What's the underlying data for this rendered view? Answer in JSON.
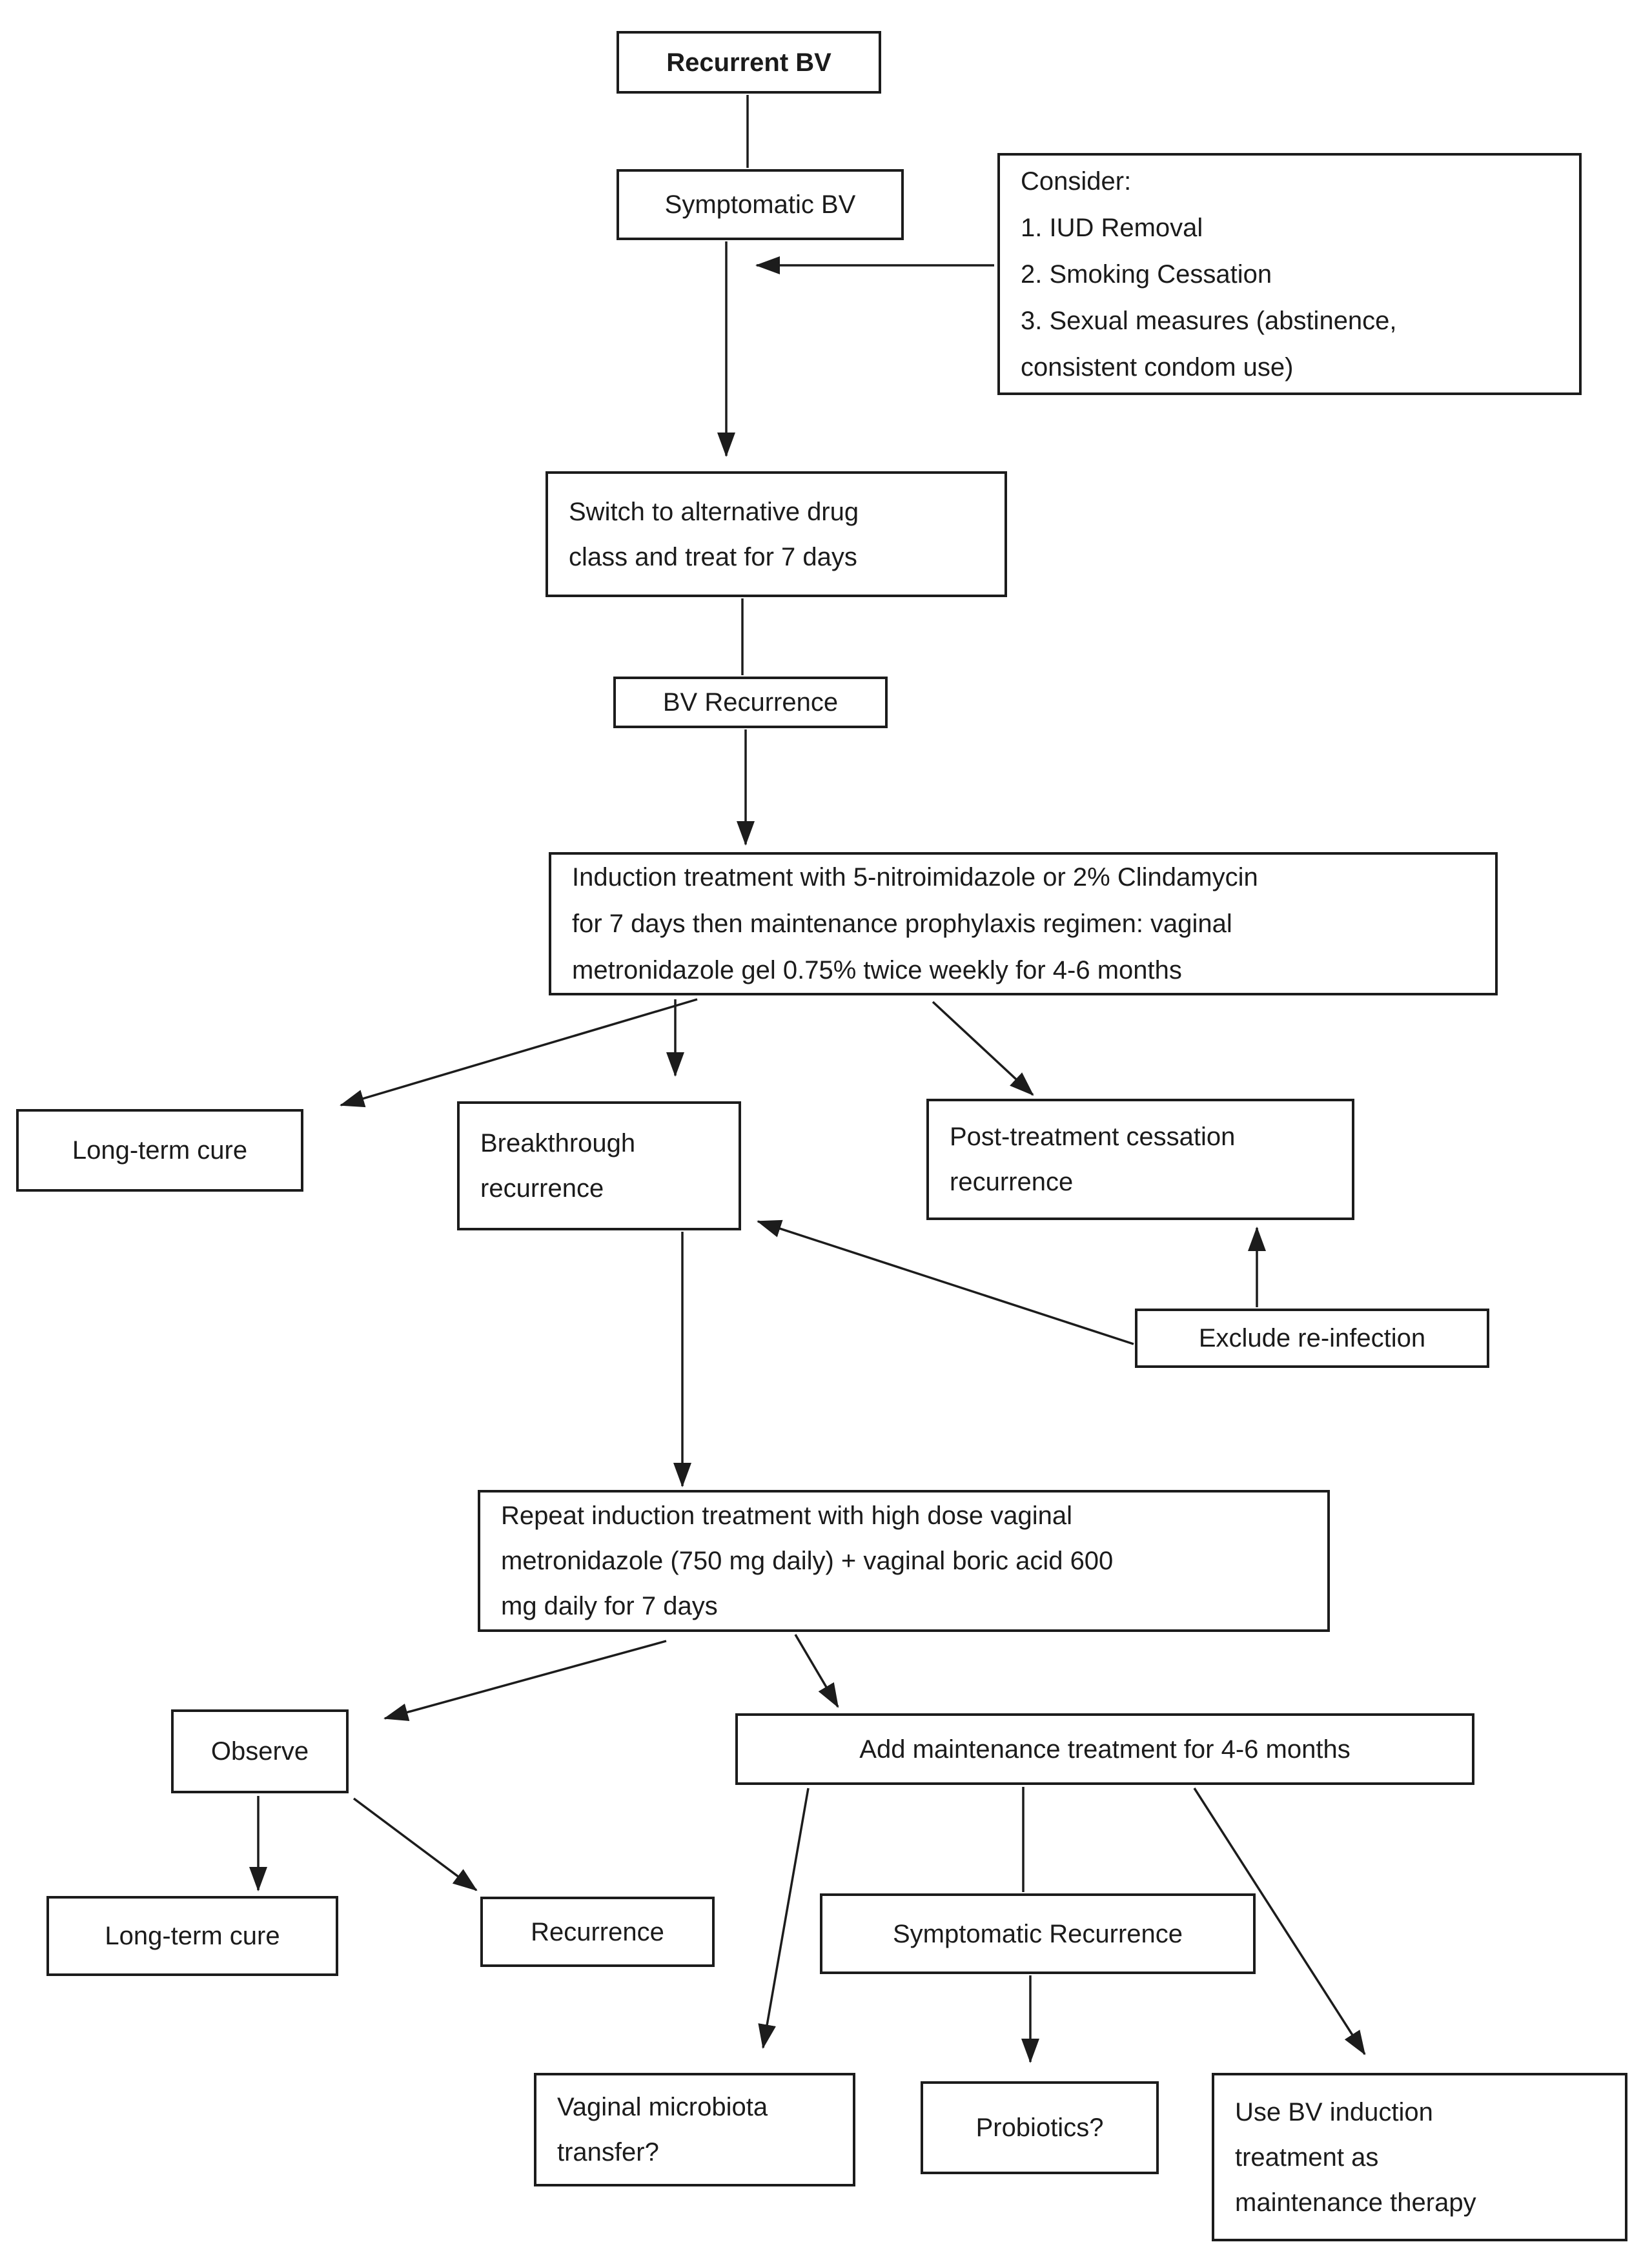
{
  "diagram": {
    "title": "Recurrent BV management flowchart",
    "nodes": {
      "recurrent_bv": {
        "label": "Recurrent BV"
      },
      "symptomatic_bv": {
        "label": "Symptomatic BV"
      },
      "consider": {
        "label": "Consider:\n1. IUD Removal\n2. Smoking Cessation\n3. Sexual measures (abstinence,\nconsistent condom use)"
      },
      "switch_drug": {
        "label": "Switch to alternative drug\nclass and treat for 7 days"
      },
      "bv_recurrence": {
        "label": "BV Recurrence"
      },
      "induction": {
        "label": "Induction treatment with 5-nitroimidazole or 2% Clindamycin\nfor 7 days then maintenance prophylaxis regimen: vaginal\nmetronidazole gel 0.75% twice weekly for 4-6 months"
      },
      "long_term_cure_1": {
        "label": "Long-term cure"
      },
      "breakthrough": {
        "label": "Breakthrough\nrecurrence"
      },
      "post_treatment": {
        "label": "Post-treatment cessation\nrecurrence"
      },
      "exclude_reinfection": {
        "label": "Exclude re-infection"
      },
      "repeat_induction": {
        "label": "Repeat induction treatment with high dose vaginal\nmetronidazole (750 mg daily) + vaginal boric acid 600\nmg daily for 7 days"
      },
      "observe": {
        "label": "Observe"
      },
      "add_maintenance": {
        "label": "Add maintenance treatment for 4-6 months"
      },
      "long_term_cure_2": {
        "label": "Long-term cure"
      },
      "recurrence": {
        "label": "Recurrence"
      },
      "symptomatic_rec": {
        "label": "Symptomatic Recurrence"
      },
      "vaginal_microbiota": {
        "label": "Vaginal microbiota\ntransfer?"
      },
      "probiotics": {
        "label": "Probiotics?"
      },
      "use_bv_induction": {
        "label": "Use BV induction\ntreatment as\nmaintenance therapy"
      }
    },
    "edges": [
      {
        "from": "recurrent_bv",
        "to": "symptomatic_bv",
        "arrowhead": false
      },
      {
        "from": "consider",
        "to": "symptomatic_bv",
        "arrowhead": true
      },
      {
        "from": "symptomatic_bv",
        "to": "switch_drug",
        "arrowhead": true
      },
      {
        "from": "switch_drug",
        "to": "bv_recurrence",
        "arrowhead": false
      },
      {
        "from": "bv_recurrence",
        "to": "induction",
        "arrowhead": true
      },
      {
        "from": "induction",
        "to": "long_term_cure_1",
        "arrowhead": true
      },
      {
        "from": "induction",
        "to": "breakthrough",
        "arrowhead": true
      },
      {
        "from": "induction",
        "to": "post_treatment",
        "arrowhead": true
      },
      {
        "from": "exclude_reinfection",
        "to": "breakthrough",
        "arrowhead": true
      },
      {
        "from": "exclude_reinfection",
        "to": "post_treatment",
        "arrowhead": true
      },
      {
        "from": "breakthrough",
        "to": "repeat_induction",
        "arrowhead": true
      },
      {
        "from": "repeat_induction",
        "to": "observe",
        "arrowhead": true
      },
      {
        "from": "repeat_induction",
        "to": "add_maintenance",
        "arrowhead": true
      },
      {
        "from": "observe",
        "to": "long_term_cure_2",
        "arrowhead": true
      },
      {
        "from": "observe",
        "to": "recurrence",
        "arrowhead": true
      },
      {
        "from": "add_maintenance",
        "to": "vaginal_microbiota",
        "arrowhead": true
      },
      {
        "from": "add_maintenance",
        "to": "symptomatic_rec",
        "arrowhead": false
      },
      {
        "from": "symptomatic_rec",
        "to": "probiotics",
        "arrowhead": true
      },
      {
        "from": "add_maintenance",
        "to": "use_bv_induction",
        "arrowhead": true
      }
    ],
    "colors": {
      "ink": "#1c1c1c",
      "background": "#ffffff"
    }
  }
}
